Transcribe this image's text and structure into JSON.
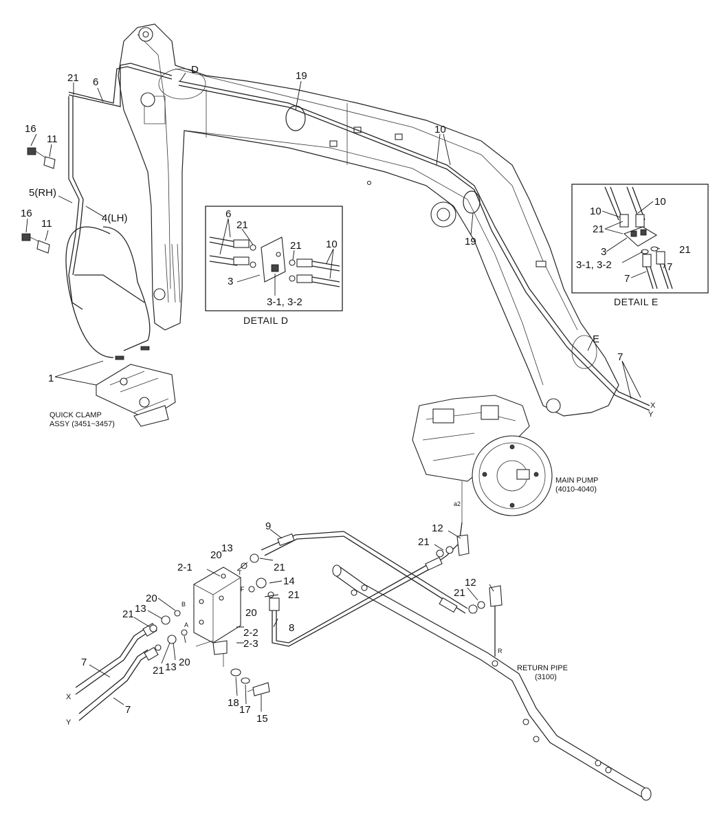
{
  "callouts": {
    "c1": "1",
    "c2_1": "2-1",
    "c2_2": "2-2",
    "c2_3": "2-3",
    "c4": "4(LH)",
    "c5": "5(RH)",
    "c6a": "6",
    "c7a": "7",
    "c7b": "7",
    "c7c": "7",
    "c8": "8",
    "c9": "9",
    "c10": "10",
    "c11a": "11",
    "c11b": "11",
    "c12a": "12",
    "c12b": "12",
    "c13a": "13",
    "c13b": "13",
    "c13c": "13",
    "c14": "14",
    "c15": "15",
    "c16a": "16",
    "c16b": "16",
    "c17": "17",
    "c18": "18",
    "c19a": "19",
    "c19b": "19",
    "c20a": "20",
    "c20b": "20",
    "c20c": "20",
    "c20d": "20",
    "c21a": "21",
    "c21b": "21",
    "c21c": "21",
    "c21d": "21",
    "c21e": "21",
    "c21f": "21",
    "c21g": "21",
    "markD": "D",
    "markE": "E",
    "portT": "T",
    "portF": "F",
    "portB": "B",
    "portA": "A",
    "portR": "R",
    "portA2": "a2",
    "endX1": "X",
    "endY1": "Y",
    "endX2": "X",
    "endY2": "Y"
  },
  "detail_d": {
    "caption": "DETAIL  D",
    "c6": "6",
    "c21a": "21",
    "c21b": "21",
    "c10": "10",
    "c3": "3",
    "c31": "3-1, 3-2"
  },
  "detail_e": {
    "caption": "DETAIL  E",
    "c10a": "10",
    "c10b": "10",
    "c21a": "21",
    "c21b": "21",
    "c3": "3",
    "c31": "3-1, 3-2",
    "c7a": "7",
    "c7b": "7"
  },
  "labels": {
    "quick_clamp_1": "QUICK CLAMP",
    "quick_clamp_2": "ASSY (3451~3457)",
    "main_pump_1": "MAIN PUMP",
    "main_pump_2": "(4010-4040)",
    "return_pipe_1": "RETURN PIPE",
    "return_pipe_2": "(3100)"
  }
}
